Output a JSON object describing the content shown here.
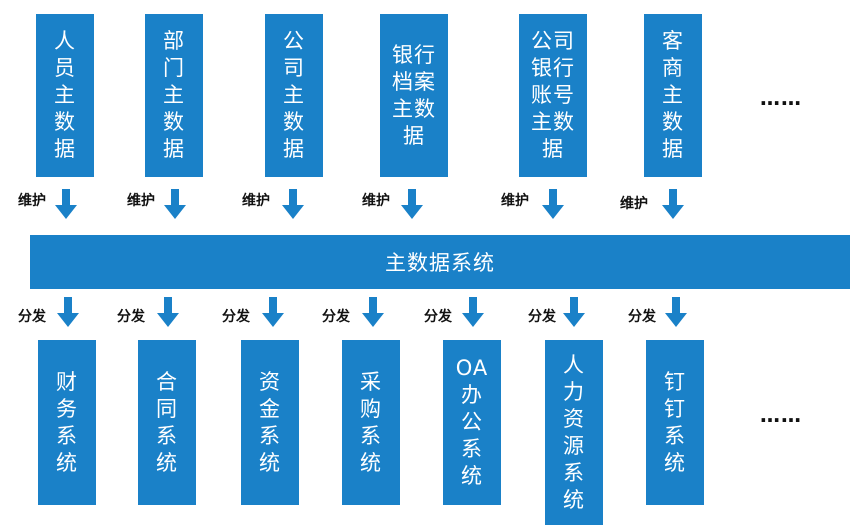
{
  "central": "主数据系统",
  "top_boxes": [
    "人\n员\n主\n数\n据",
    "部\n门\n主\n数\n据",
    "公\n司\n主\n数\n据",
    "银行\n档案\n主数\n据",
    "公司\n银行\n账号\n主数\n据",
    "客\n商\n主\n数\n据"
  ],
  "top_more": "……",
  "maintain_label": "维护",
  "distribute_label": "分发",
  "bottom_boxes": [
    "财\n务\n系\n统",
    "合\n同\n系\n统",
    "资\n金\n系\n统",
    "采\n购\n系\n统",
    "OA\n办\n公\n系\n统",
    "人\n力\n资\n源\n系\n统",
    "钉\n钉\n系\n统"
  ],
  "bottom_more": "……",
  "colors": {
    "box": "#1a81c8",
    "arrow": "#1a81c8"
  }
}
